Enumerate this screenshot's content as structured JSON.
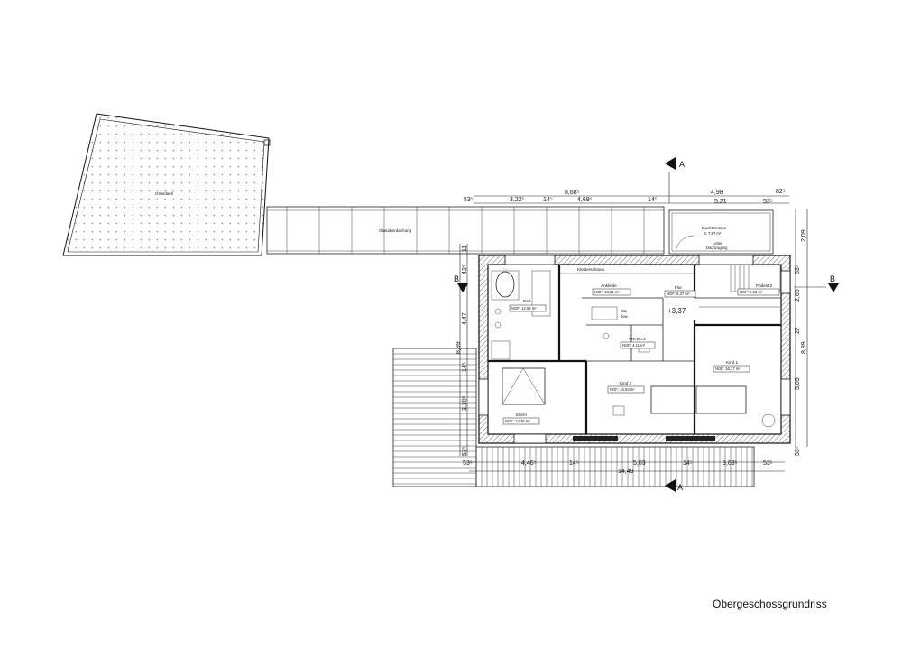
{
  "caption": "Obergeschossgrundriss",
  "rooms": {
    "gruendach": "Gründach",
    "glas": "Glasüberdachung",
    "dachterrasse": "Dachterrasse",
    "dachterrasse_area": "B: 7,67 m²",
    "leiter": "Leiter",
    "dachzugang": "Dachzugang",
    "kleiderschrank": "Kleiderschrank",
    "bad": "Bad",
    "bad_area": "NGF: 12,62 m²",
    "ankleide": "Ankleide",
    "ankleide_area": "NGF: 13,21 m²",
    "flur": "Flur",
    "flur_area": "NGF: 6,37 m²",
    "podest": "Podest 2",
    "podest_area": "NGF: 2,59 m²",
    "wasch": "Wä.",
    "wasch2": "dew.",
    "wc": "WC Du 2",
    "wc_area": "NGF: 4,11 m²",
    "eltern": "Eltern",
    "eltern_area": "NGF: 14,76 m²",
    "kind2": "Kind 2",
    "kind2_area": "NGF: 16,62 m²",
    "kind1": "Kind 1",
    "kind1_area": "NGF: 16,37 m²",
    "level": "+3,37"
  },
  "sections": {
    "a_top": "A",
    "a_bottom": "A",
    "b_left": "B",
    "b_right": "B"
  },
  "dims_top": {
    "d1": "53⁵",
    "d2": "3,22⁵",
    "d3": "14⁵",
    "d4": "4,69⁵",
    "d5": "14⁵",
    "d6": "53⁵",
    "total1": "8,68⁵",
    "total2": "4,98",
    "d7": "5,21",
    "d8": "82⁵"
  },
  "dims_bottom": {
    "d1": "53⁵",
    "d2": "4,46⁵",
    "d3": "14⁵",
    "d4": "5,03",
    "d5": "14⁵",
    "d6": "3,63⁵",
    "d7": "53⁵",
    "total": "14,49"
  },
  "dims_right": {
    "d1": "2,09",
    "d2": "53⁵",
    "d3": "2,60",
    "d4": "27",
    "d5": "8,99",
    "d6": "5,05",
    "d7": "53⁵"
  },
  "dims_left": {
    "d1": "11",
    "d2": "42⁵",
    "d3": "4,47",
    "d4": "8,99",
    "d5": "14⁵",
    "d6": "3,30⁵",
    "d7": "53⁵"
  }
}
